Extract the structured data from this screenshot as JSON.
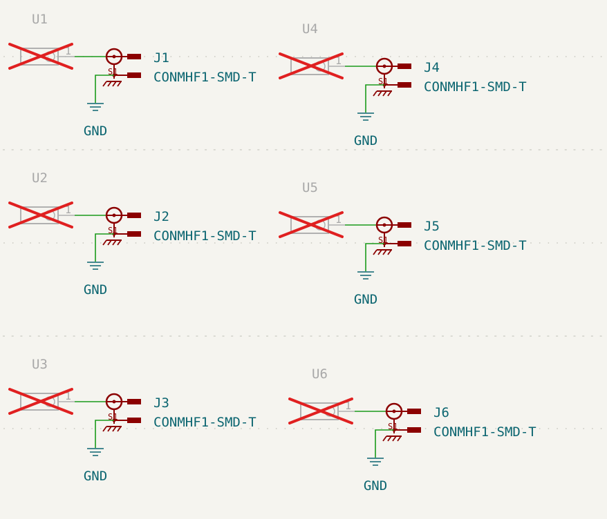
{
  "colors": {
    "background": "#f5f4ef",
    "grid_dots": "#c9c8c0",
    "sheet_border_dashes": "#c9c8c0",
    "wire": "#1a9a1a",
    "connector": "#8b0000",
    "ref_text_excluded": "#a8a8a8",
    "net_text": "#0b6570",
    "exclude_cross": "#e02020",
    "excluded_body": "#b0b0b0"
  },
  "blocks": [
    {
      "u_ref": "U1",
      "u_pin": "1",
      "j_ref": "J1",
      "j_value": "CONMHF1-SMD-T",
      "gnd_label": "GND",
      "pin_shield": "S1"
    },
    {
      "u_ref": "U2",
      "u_pin": "1",
      "j_ref": "J2",
      "j_value": "CONMHF1-SMD-T",
      "gnd_label": "GND",
      "pin_shield": "S1"
    },
    {
      "u_ref": "U3",
      "u_pin": "1",
      "j_ref": "J3",
      "j_value": "CONMHF1-SMD-T",
      "gnd_label": "GND",
      "pin_shield": "S1"
    },
    {
      "u_ref": "U4",
      "u_pin": "1",
      "j_ref": "J4",
      "j_value": "CONMHF1-SMD-T",
      "gnd_label": "GND",
      "pin_shield": "S1"
    },
    {
      "u_ref": "U5",
      "u_pin": "1",
      "j_ref": "J5",
      "j_value": "CONMHF1-SMD-T",
      "gnd_label": "GND",
      "pin_shield": "S1"
    },
    {
      "u_ref": "U6",
      "u_pin": "1",
      "j_ref": "J6",
      "j_value": "CONMHF1-SMD-T",
      "gnd_label": "GND",
      "pin_shield": "S1"
    }
  ]
}
